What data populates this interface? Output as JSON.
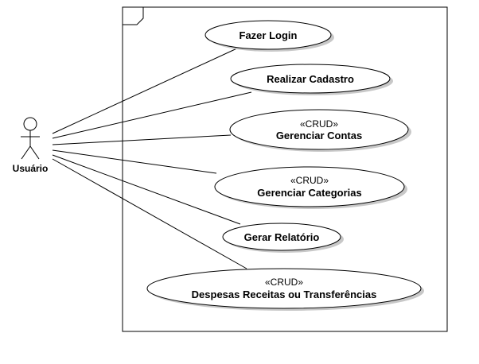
{
  "actor": {
    "name": "Usuário"
  },
  "use_cases": [
    {
      "id": "fazer-login",
      "stereotype": "",
      "name": "Fazer Login"
    },
    {
      "id": "realizar-cadastro",
      "stereotype": "",
      "name": "Realizar Cadastro"
    },
    {
      "id": "gerenciar-contas",
      "stereotype": "«CRUD»",
      "name": "Gerenciar Contas"
    },
    {
      "id": "gerenciar-categorias",
      "stereotype": "«CRUD»",
      "name": "Gerenciar Categorias"
    },
    {
      "id": "gerar-relatorio",
      "stereotype": "",
      "name": "Gerar Relatório"
    },
    {
      "id": "despesas-receitas",
      "stereotype": "«CRUD»",
      "name": "Despesas Receitas ou Transferências"
    }
  ],
  "colors": {
    "stroke": "#000000",
    "shadow": "#c8c8c8",
    "fill": "#ffffff"
  }
}
